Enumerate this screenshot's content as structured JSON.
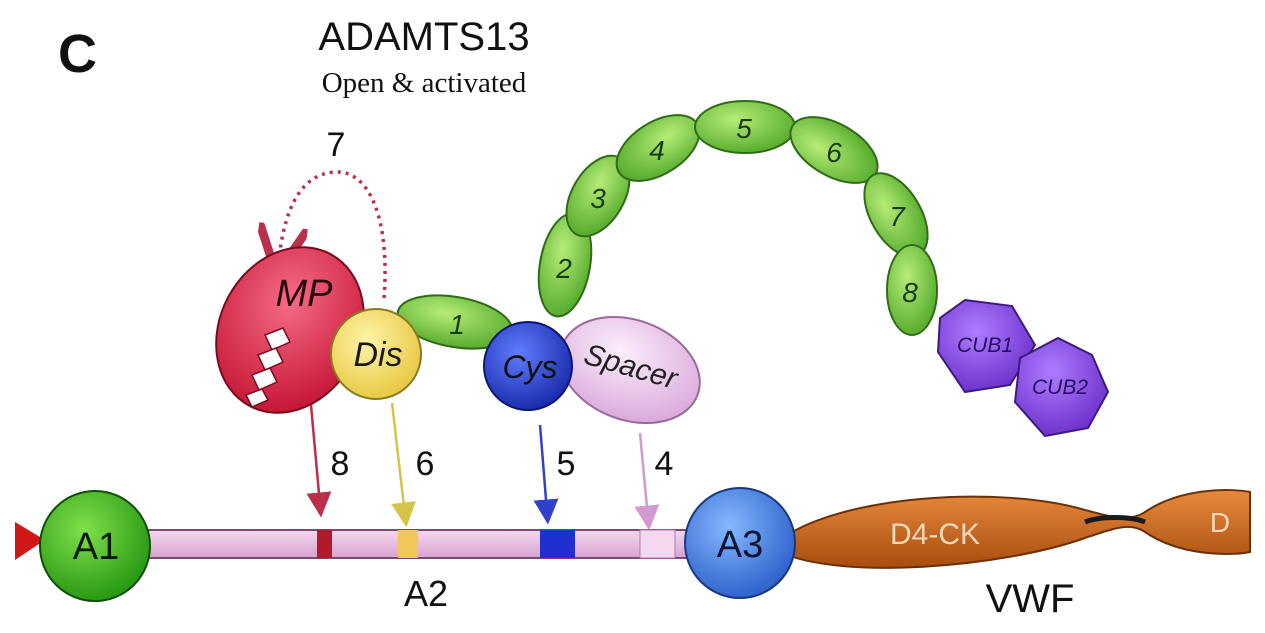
{
  "panel_label": "C",
  "adamts13": {
    "title": "ADAMTS13",
    "subtitle": "Open & activated",
    "interaction_7": "7",
    "domains": {
      "mp": "MP",
      "dis": "Dis",
      "cys": "Cys",
      "spacer": "Spacer",
      "tsp": [
        "1",
        "2",
        "3",
        "4",
        "5",
        "6",
        "7",
        "8"
      ],
      "cub1": "CUB1",
      "cub2": "CUB2"
    }
  },
  "exosites": [
    "8",
    "6",
    "5",
    "4"
  ],
  "vwf": {
    "label": "VWF",
    "a1": "A1",
    "a2": "A2",
    "a3": "A3",
    "d4ck": "D4-CK",
    "d": "D"
  },
  "colors": {
    "mp": "#d8264a",
    "dis": "#f2e06a",
    "tsp": "#7ccd3e",
    "cys": "#2a44d8",
    "spacer": "#ecc8ec",
    "cub": "#8a4fe0",
    "a1": "#3bb51f",
    "a2": "#e7b6dc",
    "a3": "#3f7fe0",
    "d4ck": "#cd6a1c"
  }
}
